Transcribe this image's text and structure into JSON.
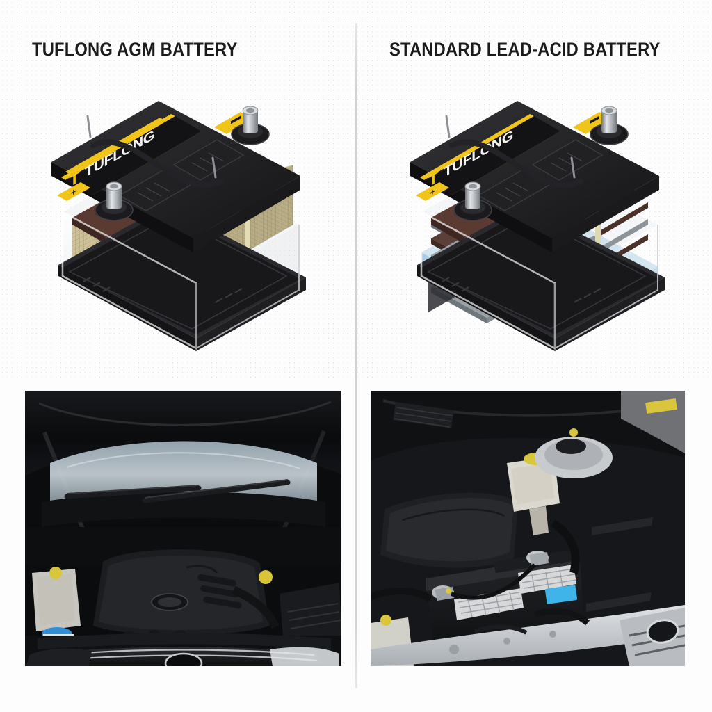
{
  "page": {
    "background_color": "#fdfdfd",
    "layout": "two-column comparison, illustration above photograph",
    "divider_color": "#d2d3d6"
  },
  "columns": [
    {
      "id": "left",
      "title": "TUFLONG AGM BATTERY",
      "illustration": {
        "name": "agm-battery-cutaway",
        "case_color": "#1d1d1f",
        "label_band_color": "#f0c419",
        "brand_text": "TUFLONG",
        "positive_marker": "+",
        "negative_marker": "-",
        "terminal_color": "#b9bcc0",
        "plate_top_color": "#5a3a31",
        "interior_description": "densely packed absorbed glass mat blocks",
        "mat_color": "#cdc197",
        "separator_color": "#e3dcb4",
        "electrolyte_visible": false,
        "base_color": "#181819",
        "housing_color": "#dfe2e6"
      },
      "photo": {
        "name": "engine-bay-dark-sedan",
        "description": "dark sedan engine bay with hood open, black engine cover, chrome grille",
        "body_color": "#0d0e10",
        "windshield_color": "#c3ccd3",
        "grille_color": "#bfc3c7",
        "accent_cap_color": "#2f8fd6"
      }
    },
    {
      "id": "right",
      "title": "STANDARD LEAD-ACID BATTERY",
      "illustration": {
        "name": "lead-acid-battery-cutaway",
        "case_color": "#1d1d1f",
        "label_band_color": "#f0c419",
        "brand_text": "TUFLONG",
        "positive_marker": "+",
        "negative_marker": "-",
        "terminal_color": "#b9bcc0",
        "plate_top_color": "#5a3a31",
        "interior_description": "spaced flat lead plates flooded with liquid electrolyte",
        "plate_negative_color": "#9aa0a5",
        "plate_positive_color": "#5a4038",
        "separator_color": "#ddd9b0",
        "electrolyte_visible": true,
        "electrolyte_color": "#9ec6de",
        "base_color": "#181819",
        "housing_color": "#dfe2e6"
      },
      "photo": {
        "name": "engine-bay-silver-sedan",
        "description": "silver sedan engine bay with installed black battery, fuse boxes and reservoirs",
        "body_color": "#c9ccd0",
        "battery_color": "#15171a",
        "battery_label_color": "#3fb4e8",
        "vent_strip_color": "#d6d8da",
        "grille_color": "#b9bdc1"
      }
    }
  ]
}
